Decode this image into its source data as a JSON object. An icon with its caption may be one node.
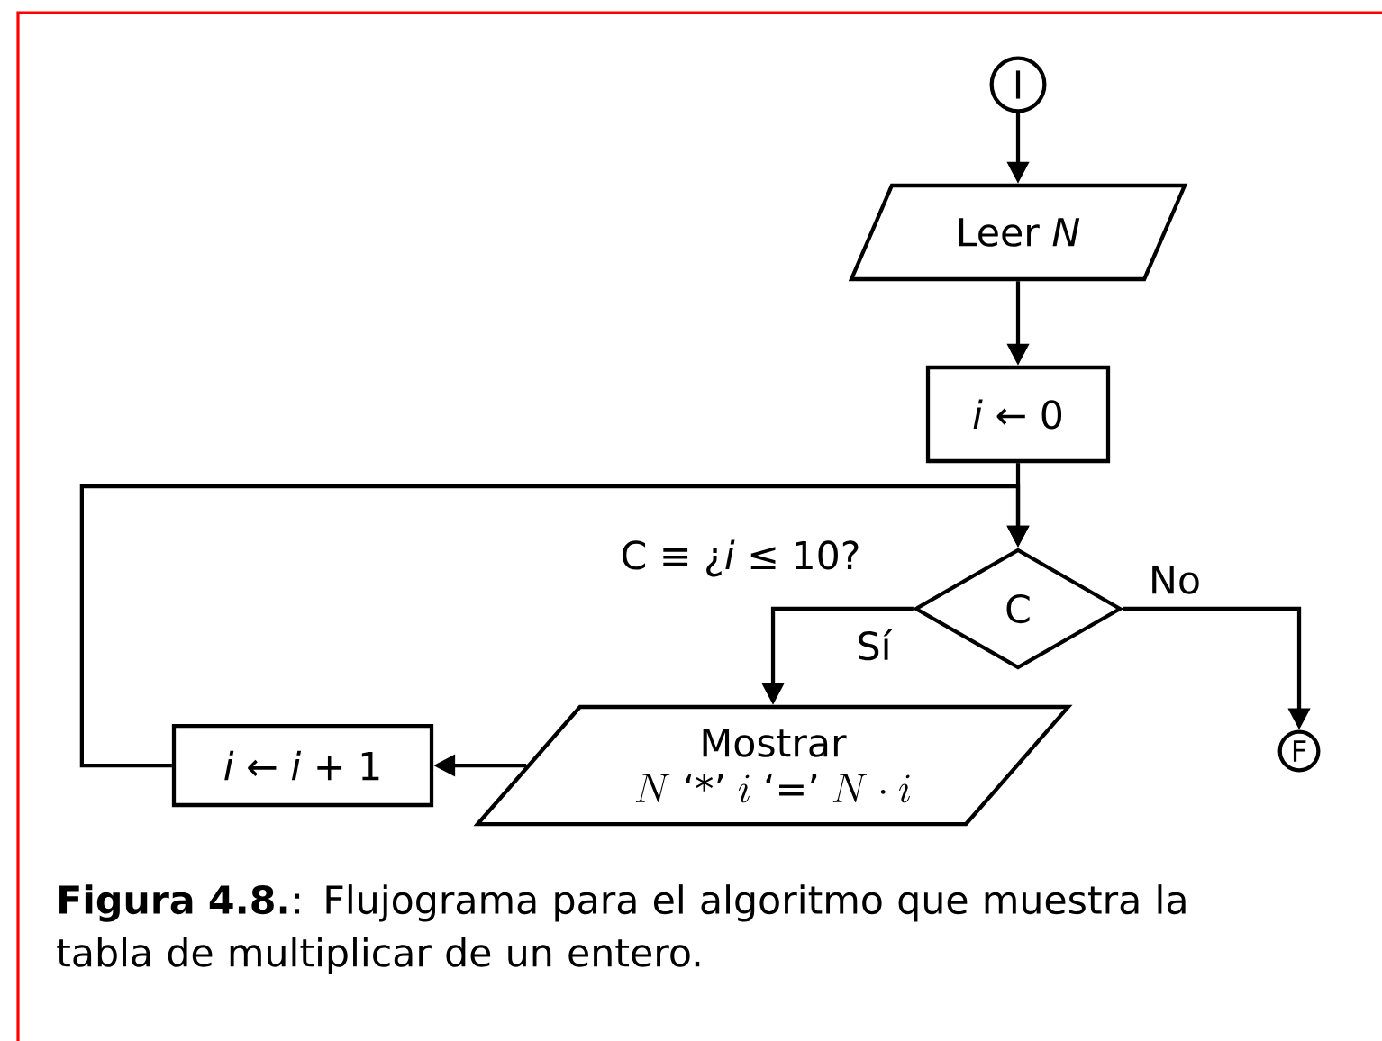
{
  "diagram": {
    "caption": "**Figura 4.8.**: Flujograma para el algoritmo que muestra la tabla de multiplicar de un entero.",
    "nodes": [
      {
        "text": [
          "I"
        ]
      },
      {
        "text": [
          "Leer *N*"
        ]
      },
      {
        "text": [
          "*i* ← 0"
        ]
      },
      {
        "text": [
          "C"
        ]
      },
      {
        "text": [
          "Mostrar",
          "N\\;\\mbox{‘*’}\\;i\\;\\mbox{‘=’}\\;N\\cdot i"
        ]
      },
      {
        "text": [
          "*i* ← *i* + 1"
        ]
      },
      {
        "text": [
          "F"
        ]
      }
    ],
    "edges": [
      {
        "from": 0,
        "to": 1,
        "arrow": "to"
      },
      {
        "from": 1,
        "to": 2,
        "arrow": "to"
      },
      {
        "from": 2,
        "to": 3,
        "arrow": "to"
      },
      {
        "from": 3,
        "to": 4,
        "arrow": "to",
        "label": "Sí"
      },
      {
        "from": 3,
        "to": 6,
        "arrow": "to",
        "label": "No"
      },
      {
        "from": 4,
        "to": 5,
        "arrow": "to"
      },
      {
        "from": 5,
        "to": 3,
        "arrow": "to"
      }
    ],
    "labels": [
      "C ≡ ¿*i* ≤ 10?"
    ]
  }
}
